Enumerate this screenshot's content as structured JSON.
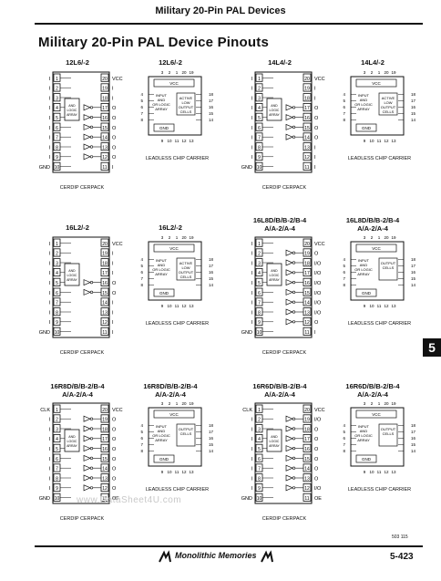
{
  "header": {
    "running_title": "Military 20-Pin PAL Devices"
  },
  "page_title": "Military 20-Pin PAL Device Pinouts",
  "section_tab": "5",
  "rows": [
    {
      "dip": {
        "name": "12L6/-2",
        "caption": "CERDIP CERPACK",
        "left_pins": [
          "I",
          "I",
          "I",
          "I",
          "I",
          "I",
          "I",
          "I",
          "I",
          "GND"
        ],
        "right_pins": [
          "VCC",
          "I",
          "I",
          "O",
          "O",
          "O",
          "O",
          "O",
          "O",
          "I"
        ]
      },
      "lcc": {
        "name": "12L6/-2",
        "caption": "LEADLESS CHIP CARRIER",
        "inner": "INPUT AND OR LOGIC ARRAY",
        "inner2": "ACTIVE LOW OUTPUT CELLS",
        "top_nums": [
          "3",
          "2",
          "1",
          "20",
          "19"
        ],
        "bottom_nums": [
          "9",
          "10",
          "11",
          "12",
          "13"
        ],
        "left_nums": [
          "4",
          "5",
          "6",
          "7",
          "8"
        ],
        "right_nums": [
          "18",
          "17",
          "16",
          "15",
          "14"
        ]
      }
    },
    {
      "dip": {
        "name": "14L4/-2",
        "caption": "CERDIP CERPACK",
        "left_pins": [
          "I",
          "I",
          "I",
          "I",
          "I",
          "I",
          "I",
          "I",
          "I",
          "GND"
        ],
        "right_pins": [
          "VCC",
          "I",
          "I",
          "O",
          "O",
          "O",
          "O",
          "I",
          "I",
          "I"
        ]
      },
      "lcc": {
        "name": "14L4/-2",
        "caption": "LEADLESS CHIP CARRIER",
        "inner": "INPUT AND OR LOGIC ARRAY",
        "inner2": "ACTIVE LOW OUTPUT CELLS",
        "top_nums": [
          "3",
          "2",
          "1",
          "20",
          "19"
        ],
        "bottom_nums": [
          "9",
          "10",
          "11",
          "12",
          "13"
        ],
        "left_nums": [
          "4",
          "5",
          "6",
          "7",
          "8"
        ],
        "right_nums": [
          "18",
          "17",
          "16",
          "15",
          "14"
        ]
      }
    },
    {
      "dip": {
        "name": "16L2/-2",
        "caption": "CERDIP CERPACK",
        "left_pins": [
          "I",
          "I",
          "I",
          "I",
          "I",
          "I",
          "I",
          "I",
          "I",
          "GND"
        ],
        "right_pins": [
          "VCC",
          "I",
          "I",
          "I",
          "O",
          "O",
          "I",
          "I",
          "I",
          "I"
        ]
      },
      "lcc": {
        "name": "16L2/-2",
        "caption": "LEADLESS CHIP CARRIER",
        "inner": "INPUT AND OR LOGIC ARRAY",
        "inner2": "ACTIVE LOW OUTPUT CELLS",
        "top_nums": [
          "3",
          "2",
          "1",
          "20",
          "19"
        ],
        "bottom_nums": [
          "9",
          "10",
          "11",
          "12",
          "13"
        ],
        "left_nums": [
          "4",
          "5",
          "6",
          "7",
          "8"
        ],
        "right_nums": [
          "18",
          "17",
          "16",
          "15",
          "14"
        ]
      }
    },
    {
      "dip": {
        "name": "16L8D/B/B-2/B-4\nA/A-2/A-4",
        "caption": "CERDIP CERPACK",
        "left_pins": [
          "I",
          "I",
          "I",
          "I",
          "I",
          "I",
          "I",
          "I",
          "I",
          "GND"
        ],
        "right_pins": [
          "VCC",
          "O",
          "I/O",
          "I/O",
          "I/O",
          "I/O",
          "I/O",
          "I/O",
          "O",
          "I"
        ]
      },
      "lcc": {
        "name": "16L8D/B/B-2/B-4\nA/A-2/A-4",
        "caption": "LEADLESS CHIP CARRIER",
        "inner": "INPUT AND OR LOGIC ARRAY",
        "inner2": "OUTPUT CELLS",
        "top_nums": [
          "3",
          "2",
          "1",
          "20",
          "19"
        ],
        "bottom_nums": [
          "9",
          "10",
          "11",
          "12",
          "13"
        ],
        "left_nums": [
          "4",
          "5",
          "6",
          "7",
          "8"
        ],
        "right_nums": [
          "18",
          "17",
          "16",
          "15",
          "14"
        ]
      }
    },
    {
      "dip": {
        "name": "16R8D/B/B-2/B-4\nA/A-2/A-4",
        "caption": "CERDIP CERPACK",
        "left_pins": [
          "CLK",
          "I",
          "I",
          "I",
          "I",
          "I",
          "I",
          "I",
          "I",
          "GND"
        ],
        "right_pins": [
          "VCC",
          "O",
          "O",
          "O",
          "O",
          "O",
          "O",
          "O",
          "O",
          "OE"
        ]
      },
      "lcc": {
        "name": "16R8D/B/B-2/B-4\nA/A-2/A-4",
        "caption": "LEADLESS CHIP CARRIER",
        "inner": "INPUT AND OR LOGIC ARRAY",
        "inner2": "OUTPUT CELLS",
        "top_nums": [
          "3",
          "2",
          "1",
          "20",
          "19"
        ],
        "bottom_nums": [
          "9",
          "10",
          "11",
          "12",
          "13"
        ],
        "left_nums": [
          "4",
          "5",
          "6",
          "7",
          "8"
        ],
        "right_nums": [
          "18",
          "17",
          "16",
          "15",
          "14"
        ]
      }
    },
    {
      "dip": {
        "name": "16R6D/B/B-2/B-4\nA/A-2/A-4",
        "caption": "CERDIP CERPACK",
        "left_pins": [
          "CLK",
          "I",
          "I",
          "I",
          "I",
          "I",
          "I",
          "I",
          "I",
          "GND"
        ],
        "right_pins": [
          "VCC",
          "I/O",
          "O",
          "O",
          "O",
          "O",
          "O",
          "O",
          "I/O",
          "OE"
        ]
      },
      "lcc": {
        "name": "16R6D/B/B-2/B-4\nA/A-2/A-4",
        "caption": "LEADLESS CHIP CARRIER",
        "inner": "INPUT AND OR LOGIC ARRAY",
        "inner2": "OUTPUT CELLS",
        "top_nums": [
          "3",
          "2",
          "1",
          "20",
          "19"
        ],
        "bottom_nums": [
          "9",
          "10",
          "11",
          "12",
          "13"
        ],
        "left_nums": [
          "4",
          "5",
          "6",
          "7",
          "8"
        ],
        "right_nums": [
          "18",
          "17",
          "16",
          "15",
          "14"
        ]
      }
    }
  ],
  "pin_numbers_left": [
    "1",
    "2",
    "3",
    "4",
    "5",
    "6",
    "7",
    "8",
    "9",
    "10"
  ],
  "pin_numbers_right": [
    "20",
    "19",
    "18",
    "17",
    "16",
    "15",
    "14",
    "13",
    "12",
    "11"
  ],
  "lcc_labels": {
    "vcc": "VCC",
    "gnd": "GND"
  },
  "footer": {
    "company": "Monolithic Memories",
    "page_number": "5-423",
    "doc_code": "503 115"
  },
  "watermark": "www.DataSheet4U.com"
}
